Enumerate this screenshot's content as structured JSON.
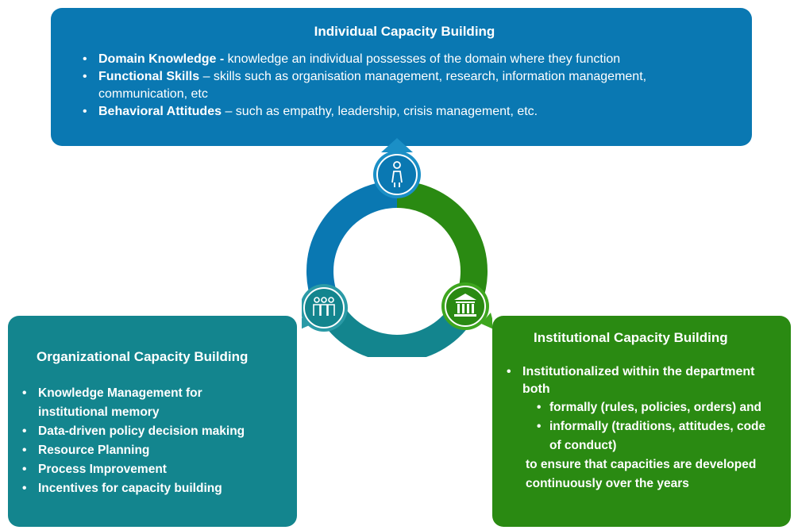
{
  "individual": {
    "title": "Individual Capacity Building",
    "items": [
      {
        "label": "Domain Knowledge - ",
        "text": " knowledge an individual possesses of the domain where they function"
      },
      {
        "label": "Functional Skills",
        "text": " – skills such as organisation management, research, information management, communication, etc"
      },
      {
        "label": "Behavioral Attitudes",
        "text": " – such as empathy, leadership, crisis management, etc."
      }
    ],
    "icon": "person-icon"
  },
  "organizational": {
    "title": "Organizational Capacity Building",
    "items": [
      "Knowledge Management for institutional memory",
      "Data-driven policy decision making",
      "Resource Planning",
      "Process Improvement",
      "Incentives for capacity building"
    ],
    "icon": "group-icon"
  },
  "institutional": {
    "title": "Institutional Capacity Building",
    "lead": "Institutionalized within the department both",
    "sub": [
      "formally (rules, policies, orders) and",
      "informally (traditions, attitudes, code of conduct)"
    ],
    "tail": "to ensure that capacities are developed continuously over the years",
    "icon": "institution-icon"
  },
  "colors": {
    "individual": "#0a78b2",
    "organizational": "#13858e",
    "institutional": "#2a8a12"
  }
}
